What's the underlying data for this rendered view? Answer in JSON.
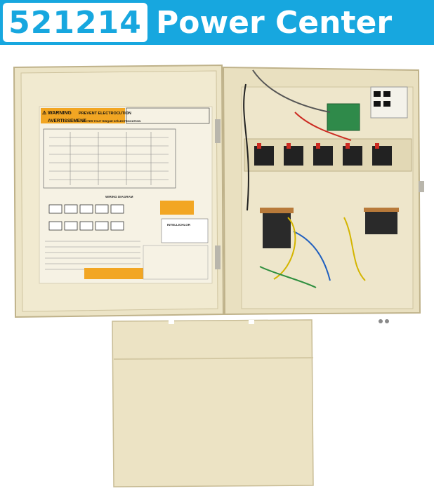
{
  "banner": {
    "part_number": "521214",
    "title": "Power Center",
    "accent_color": "#17a7df"
  },
  "door_label": {
    "warning": "WARNING",
    "prevent": "PREVENT ELECTROCUTION",
    "avertissement": "AVERTISSEMENT",
    "eviter": "ÉVITER TOUT RISQUE D'ÉLECTROCUTION",
    "wiring_diagram": "WIRING DIAGRAM",
    "intellichlor": "INTELLICHLOR"
  }
}
